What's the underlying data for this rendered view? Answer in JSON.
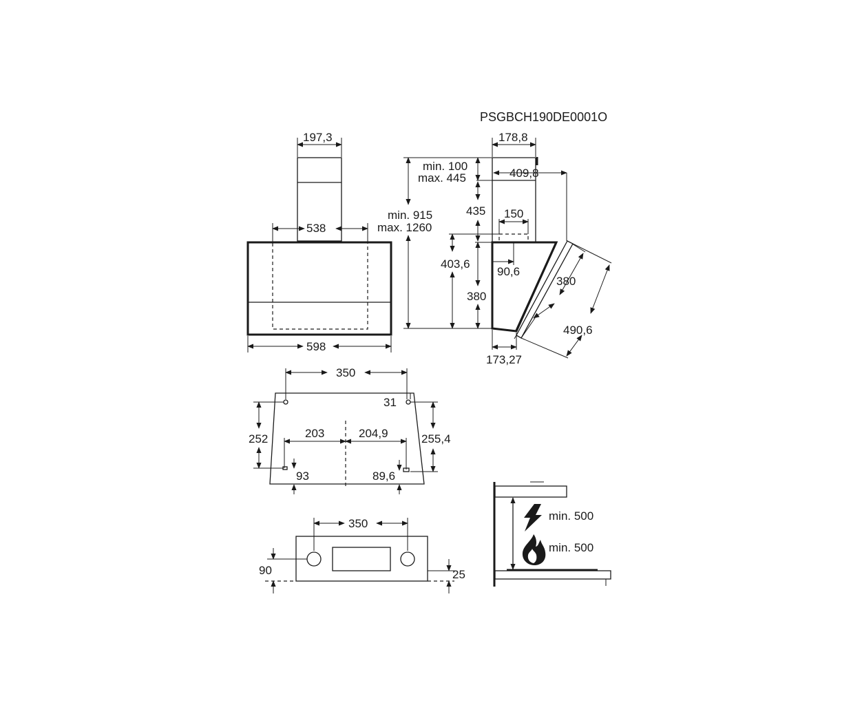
{
  "drawing_code": "PSGBCH190DE0001O",
  "front_view": {
    "chimney_width": "197,3",
    "inner_width": "538",
    "total_width": "598"
  },
  "side_view": {
    "chimney_depth": "178,8",
    "chimney_ext_min": "min. 100",
    "chimney_ext_max": "max. 445",
    "total_height_min": "min. 915",
    "total_height_max": "max. 1260",
    "total_depth": "409,8",
    "chimney_height": "435",
    "outlet_width": "150",
    "outlet_offset": "90,6",
    "hood_height": "403,6",
    "body_height": "380",
    "panel_length": "380",
    "panel_diagonal": "490,6",
    "bottom_depth": "173,27"
  },
  "mounting_plate": {
    "hole_spacing": "350",
    "hole_offset": "31",
    "left_height": "252",
    "right_height": "255,4",
    "left_half": "203",
    "right_half": "204,9",
    "left_bottom": "93",
    "right_bottom": "89,6"
  },
  "bottom_view": {
    "spacing": "350",
    "left_dim": "90",
    "right_dim": "25"
  },
  "clearance": {
    "electric_min": "min. 500",
    "gas_min": "min. 500"
  }
}
